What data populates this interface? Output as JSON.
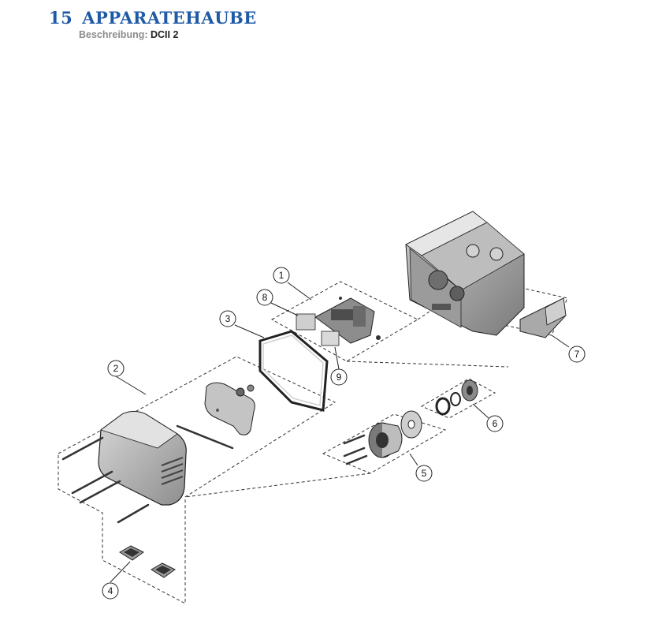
{
  "header": {
    "section_number": "15",
    "section_title": "APPARATEHAUBE",
    "subtitle_label": "Beschreibung:",
    "subtitle_value": "DCII 2"
  },
  "callouts": [
    {
      "id": "1",
      "label": "1"
    },
    {
      "id": "2",
      "label": "2"
    },
    {
      "id": "3",
      "label": "3"
    },
    {
      "id": "4",
      "label": "4"
    },
    {
      "id": "5",
      "label": "5"
    },
    {
      "id": "6",
      "label": "6"
    },
    {
      "id": "7",
      "label": "7"
    },
    {
      "id": "8",
      "label": "8"
    },
    {
      "id": "9",
      "label": "9"
    }
  ],
  "colors": {
    "title_blue": "#1f5aa6",
    "part_gray": "#b9b9b9",
    "line": "#333333"
  }
}
